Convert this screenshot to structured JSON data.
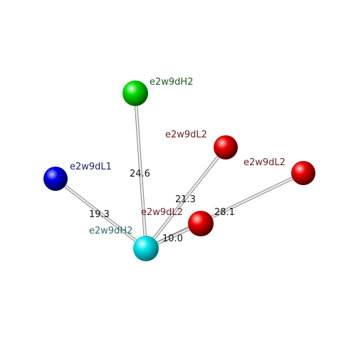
{
  "nodes": {
    "center": {
      "label": "e2w9dH2",
      "color": "#00e5ee",
      "label_color": "#2e6b6b"
    },
    "green": {
      "label": "e2w9dH2",
      "color": "#00cc00",
      "label_color": "#1e5a1e"
    },
    "blue": {
      "label": "e2w9dL1",
      "color": "#0000cc",
      "label_color": "#1e1e6b"
    },
    "red_mid": {
      "label": "e2w9dL2",
      "color": "#dd0000",
      "label_color": "#6b1e1e"
    },
    "red_top": {
      "label": "e2w9dL2",
      "color": "#dd0000",
      "label_color": "#6b1e1e"
    },
    "red_far": {
      "label": "e2w9dL2",
      "color": "#dd0000",
      "label_color": "#6b1e1e"
    }
  },
  "edges": {
    "to_green": {
      "distance": "24.6"
    },
    "to_blue": {
      "distance": "19.3"
    },
    "to_red_top": {
      "distance": "21.3"
    },
    "to_red_mid": {
      "distance": "10.0"
    },
    "to_red_far": {
      "distance": "28.1"
    }
  },
  "style": {
    "edge_color": "#c8c8c8",
    "distance_label_color": "#111111"
  }
}
